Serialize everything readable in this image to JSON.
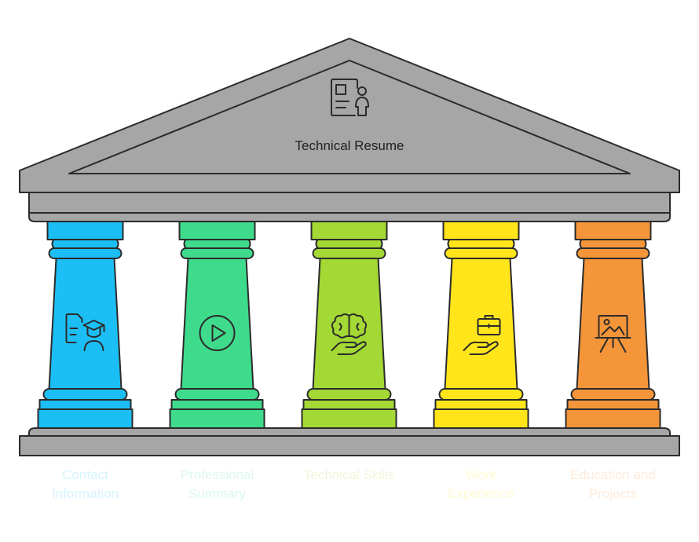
{
  "title": "Technical Resume",
  "colors": {
    "structure": "#a6a6a6",
    "outline": "#2b2b2b"
  },
  "pillars": [
    {
      "icon": "resume-graduate-icon",
      "color": "#1bbff5",
      "label": [
        "Contact",
        "Information"
      ]
    },
    {
      "icon": "play-circle-icon",
      "color": "#3fdb8c",
      "label": [
        "Professional",
        "Summary"
      ]
    },
    {
      "icon": "brain-hand-icon",
      "color": "#a3d835",
      "label": [
        "Technical Skills"
      ]
    },
    {
      "icon": "briefcase-hand-icon",
      "color": "#ffe51a",
      "label": [
        "Work",
        "Experience"
      ]
    },
    {
      "icon": "presentation-board-icon",
      "color": "#f5953a",
      "label": [
        "Education and",
        "Projects"
      ]
    }
  ]
}
